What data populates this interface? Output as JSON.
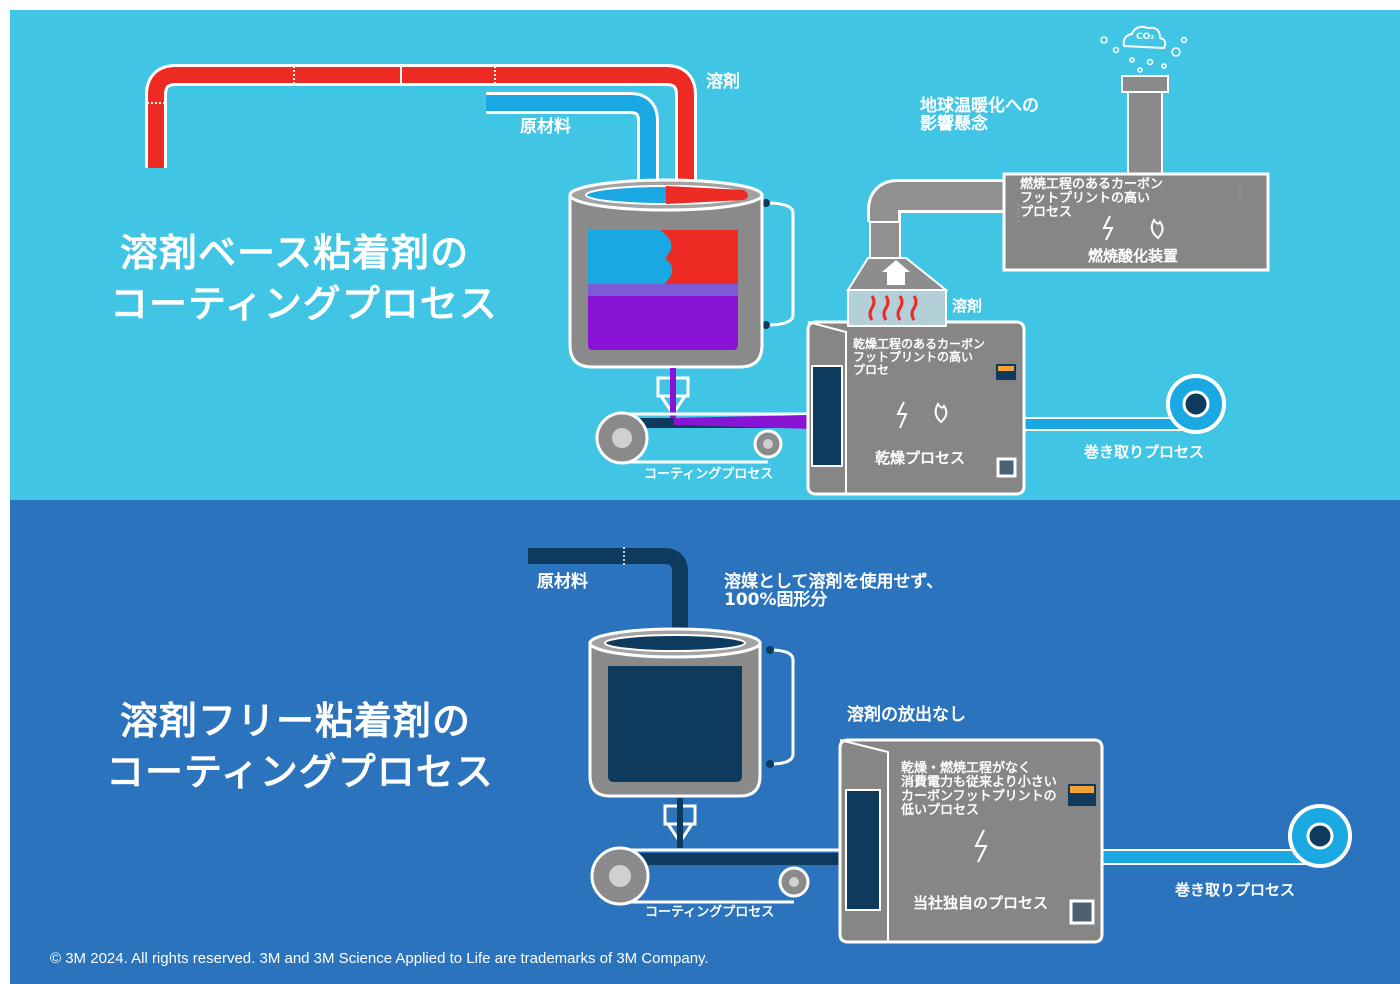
{
  "colors": {
    "top_bg": "#40c5e5",
    "bottom_bg": "#2b74bd",
    "solvent_pipe": "#ee2a24",
    "material_pipe": "#1aa8e2",
    "mix_purple": "#8a14d6",
    "dark_navy": "#0e3a5d",
    "machine_gray": "#868686"
  },
  "top": {
    "title_line1": "溶剤ベース粘着剤の",
    "title_line2": "コーティングプロセス",
    "solvent_label": "溶剤",
    "raw_material_label": "原材料",
    "warming_line1": "地球温暖化への",
    "warming_line2": "影響懸念",
    "co2_label": "CO₂",
    "oxidizer_text_line1": "燃焼工程のあるカーボン",
    "oxidizer_text_line2": "フットプリントの高い",
    "oxidizer_text_line3": "プロセス",
    "oxidizer_label": "燃焼酸化装置",
    "hood_label": "溶剤",
    "dryer_text_line1": "乾燥工程のあるカーボン",
    "dryer_text_line2": "フットプリントの高い",
    "dryer_text_line3": "プロセ",
    "dryer_label": "乾燥プロセス",
    "winding_label": "巻き取りプロセス",
    "coating_label": "コーティングプロセス"
  },
  "bottom": {
    "title_line1": "溶剤フリー粘着剤の",
    "title_line2": "コーティングプロセス",
    "raw_material_label": "原材料",
    "no_solvent_line1": "溶媒として溶剤を使用せず、",
    "no_solvent_line2": "100%固形分",
    "no_emission_label": "溶剤の放出なし",
    "machine_text_line1": "乾燥・燃焼工程がなく",
    "machine_text_line2": "消費電力も従来より小さい",
    "machine_text_line3": "カーボンフットプリントの",
    "machine_text_line4": "低いプロセス",
    "machine_label": "当社独自のプロセス",
    "winding_label": "巻き取りプロセス",
    "coating_label": "コーティングプロセス"
  },
  "footer": "© 3M 2024. All rights reserved. 3M and 3M Science Applied to Life are trademarks of 3M Company."
}
